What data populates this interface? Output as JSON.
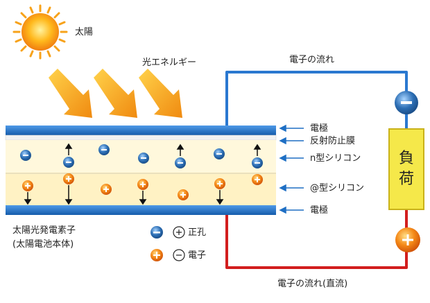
{
  "labels": {
    "sun": "太陽",
    "light_energy": "光エネルギー",
    "electron_flow": "電子の流れ",
    "electron_flow_dc": "電子の流れ(直流)",
    "electrode_top": "電極",
    "anti_reflection": "反射防止膜",
    "n_type": "n型シリコン",
    "p_type": "@型シリコン",
    "electrode_bottom": "電極",
    "element_name": "太陽光発電素子",
    "element_sub": "(太陽電池本体)",
    "legend_hole": "正孔",
    "legend_electron": "電子"
  },
  "load": {
    "char1": "負",
    "char2": "荷"
  },
  "colors": {
    "electrode": "#1e6fc4",
    "n_layer": "#fff8dc",
    "p_layer": "#fff2c4",
    "wire_blue": "#2a78d0",
    "wire_red": "#d21e1e",
    "electron": "#2d6fb5",
    "hole": "#f07a12",
    "arrow_light": "#f4a820",
    "load_fill": "#f5e84a"
  }
}
